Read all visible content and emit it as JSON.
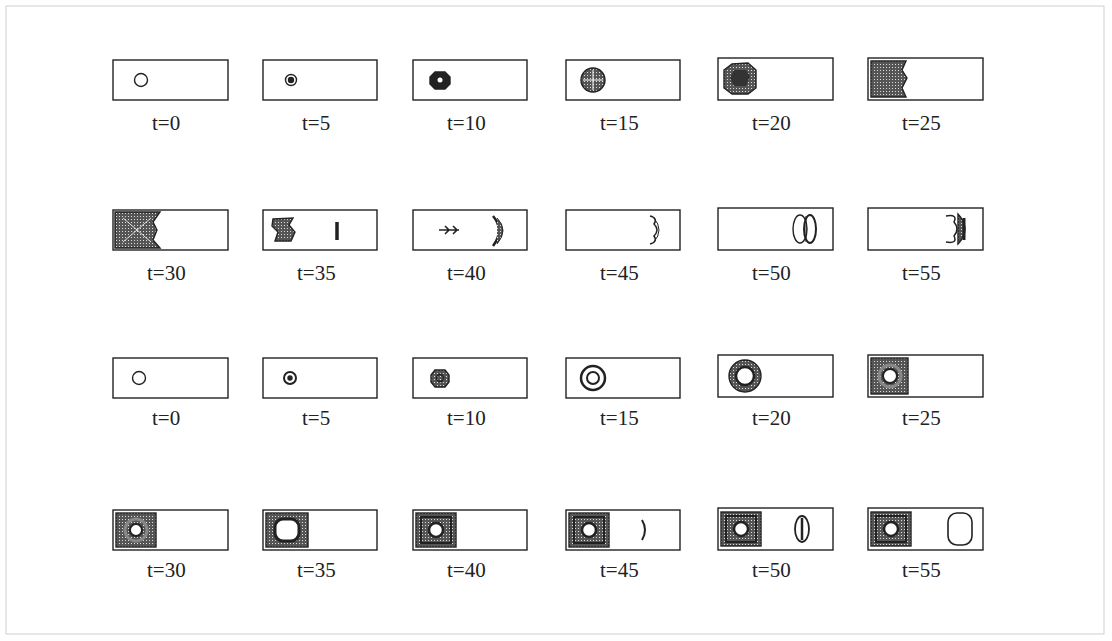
{
  "diagram": {
    "labels": [
      "t=0",
      "t=5",
      "t=10",
      "t=15",
      "t=20",
      "t=25",
      "t=30",
      "t=35",
      "t=40",
      "t=45",
      "t=50",
      "t=55",
      "t=0",
      "t=5",
      "t=10",
      "t=15",
      "t=20",
      "t=25",
      "t=30",
      "t=35",
      "t=40",
      "t=45",
      "t=50",
      "t=55"
    ]
  }
}
